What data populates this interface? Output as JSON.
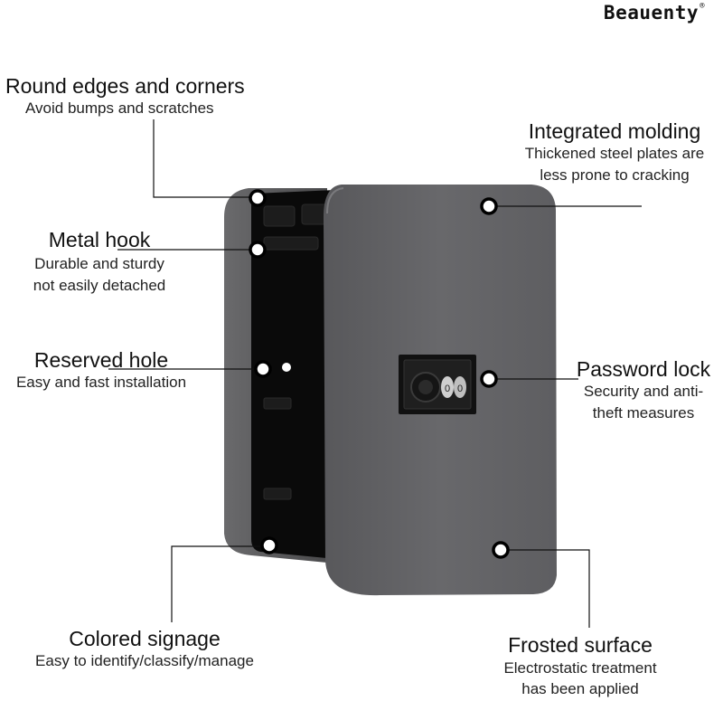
{
  "brand": {
    "name": "Beauenty",
    "mark": "®"
  },
  "callouts": {
    "round_edges": {
      "title": "Round edges and corners",
      "line1": "Avoid bumps and scratches"
    },
    "integrated_molding": {
      "title": "Integrated molding",
      "line1": "Thickened steel plates are",
      "line2": "less prone to cracking"
    },
    "metal_hook": {
      "title": "Metal hook",
      "line1": "Durable and sturdy",
      "line2": "not easily detached"
    },
    "reserved_hole": {
      "title": "Reserved hole",
      "line1": "Easy and fast installation"
    },
    "password_lock": {
      "title": "Password lock",
      "line1": "Security and anti-",
      "line2": "theft measures"
    },
    "colored_signage": {
      "title": "Colored signage",
      "line1": "Easy to identify/classify/manage"
    },
    "frosted_surface": {
      "title": "Frosted surface",
      "line1": "Electrostatic treatment",
      "line2": "has been applied"
    }
  },
  "colors": {
    "box_body": "#5b5b5d",
    "box_door": "#636366",
    "interior": "#0a0a0a",
    "text": "#111111"
  }
}
